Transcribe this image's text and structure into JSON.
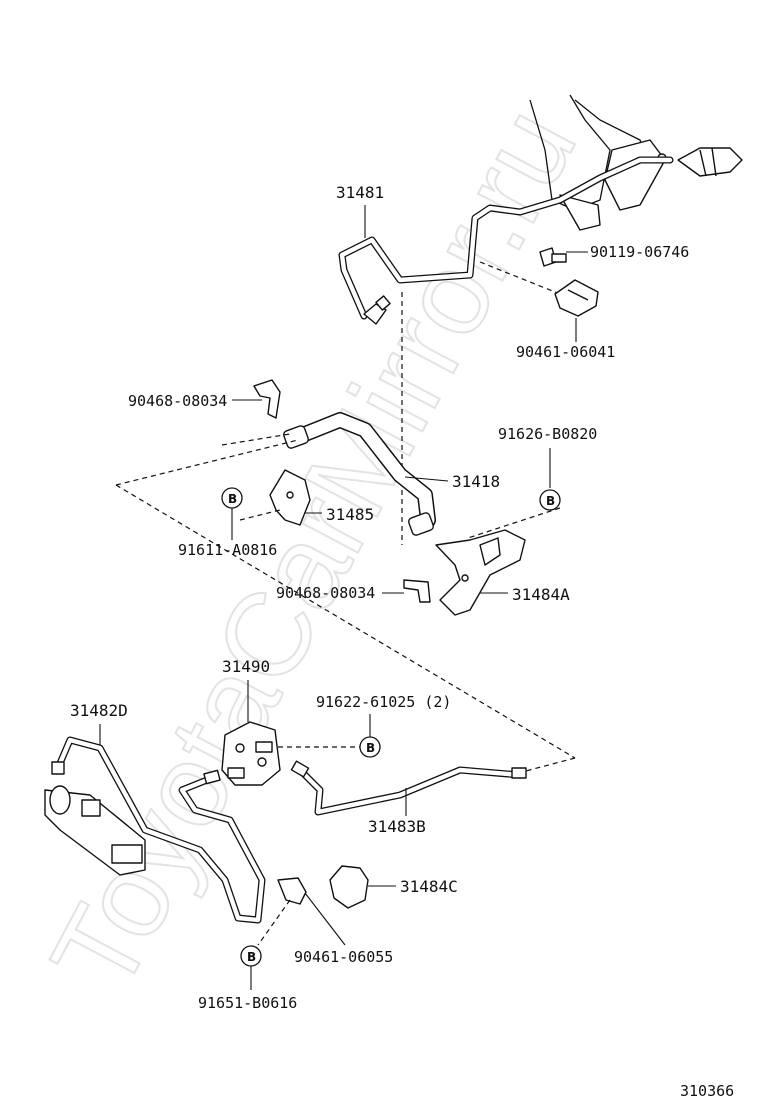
{
  "watermark": "ToyotaCarMirror.ru",
  "figure_id": "310366",
  "callouts": {
    "p31481": "31481",
    "p90119_06746": "90119-06746",
    "p90461_06041": "90461-06041",
    "p90468_08034_top": "90468-08034",
    "p91626_b0820": "91626-B0820",
    "p31418": "31418",
    "p31485": "31485",
    "p91611_a0816": "91611-A0816",
    "p90468_08034_mid": "90468-08034",
    "p31484a": "31484A",
    "p31490": "31490",
    "p91622_61025": "91622-61025 (2)",
    "p31482d": "31482D",
    "p31483b": "31483B",
    "p31484c": "31484C",
    "p90461_06055": "90461-06055",
    "p91651_b0616": "91651-B0616"
  },
  "ref_marker": "B",
  "icons": [
    "clutch-line-pipe",
    "clamp",
    "bolt",
    "clip",
    "flexible-hose",
    "bracket",
    "junction-block",
    "master-cylinder",
    "ref-circle"
  ]
}
